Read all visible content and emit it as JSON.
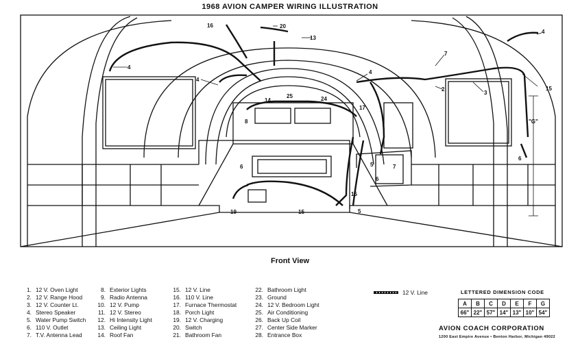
{
  "title": "1968 AVION CAMPER WIRING ILLUSTRATION",
  "view_label": "Front View",
  "callouts": {
    "c16": "16",
    "c20": "20",
    "c13": "13",
    "c4a": "4",
    "c4b": "4",
    "c4c": "4",
    "c4d": "4",
    "c7a": "7",
    "c7b": "7",
    "c15a": "15",
    "c15b": "15",
    "c15c": "15",
    "c2": "2",
    "c3": "3",
    "c14": "14",
    "c25": "25",
    "c24": "24",
    "c17": "17",
    "c8": "8",
    "c6a": "6",
    "c6b": "6",
    "c6c": "6",
    "c19": "19",
    "c5a": "5",
    "c5b": "5",
    "dimG": "\"G\""
  },
  "legend": {
    "col1": [
      {
        "n": "1.",
        "t": "12 V. Oven Light"
      },
      {
        "n": "2.",
        "t": "12 V. Range Hood"
      },
      {
        "n": "3.",
        "t": "12 V. Counter Lt."
      },
      {
        "n": "4.",
        "t": "Stereo Speaker"
      },
      {
        "n": "5.",
        "t": "Water Pump Switch"
      },
      {
        "n": "6.",
        "t": "110 V. Outlet"
      },
      {
        "n": "7.",
        "t": "T.V. Antenna Lead"
      }
    ],
    "col2": [
      {
        "n": "8.",
        "t": "Exterior Lights"
      },
      {
        "n": "9.",
        "t": "Radio Antenna"
      },
      {
        "n": "10.",
        "t": "12 V. Pump"
      },
      {
        "n": "11.",
        "t": "12 V. Stereo"
      },
      {
        "n": "12.",
        "t": "Hi Intensity Light"
      },
      {
        "n": "13.",
        "t": "Ceiling Light"
      },
      {
        "n": "14.",
        "t": "Roof Fan"
      }
    ],
    "col3": [
      {
        "n": "15.",
        "t": "12 V. Line"
      },
      {
        "n": "16.",
        "t": "110 V. Line"
      },
      {
        "n": "17.",
        "t": "Furnace Thermostat"
      },
      {
        "n": "18.",
        "t": "Porch Light"
      },
      {
        "n": "19.",
        "t": "12 V. Charging"
      },
      {
        "n": "20.",
        "t": "Switch"
      },
      {
        "n": "21.",
        "t": "Bathroom Fan"
      }
    ],
    "col4": [
      {
        "n": "22.",
        "t": "Bathroom Light"
      },
      {
        "n": "23.",
        "t": "Ground"
      },
      {
        "n": "24.",
        "t": "12 V. Bedroom Light"
      },
      {
        "n": "25.",
        "t": "Air Conditioning"
      },
      {
        "n": "26.",
        "t": "Back Up Coil"
      },
      {
        "n": "27.",
        "t": "Center Side Marker"
      },
      {
        "n": "28.",
        "t": "Entrance Box"
      }
    ]
  },
  "line_key": "12 V. Line",
  "dimension": {
    "title": "LETTERED DIMENSION CODE",
    "letters": [
      "A",
      "B",
      "C",
      "D",
      "E",
      "F",
      "G"
    ],
    "values": [
      "66\"",
      "22\"",
      "57\"",
      "14\"",
      "13\"",
      "10\"",
      "54\""
    ]
  },
  "company": "AVION COACH CORPORATION",
  "address": "1200 East Empire Avenue • Benton Harbor, Michigan 49022"
}
